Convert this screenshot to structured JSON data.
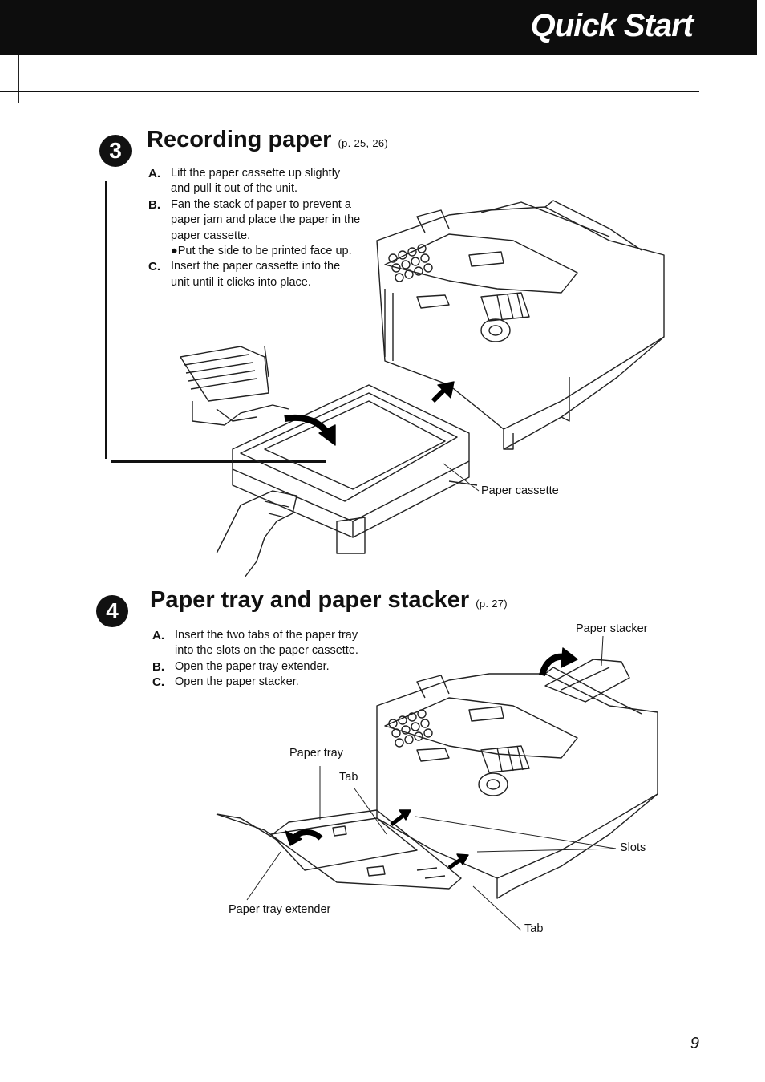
{
  "header": {
    "title": "Quick Start"
  },
  "section3": {
    "number": "3",
    "title": "Recording paper",
    "ref": "(p. 25, 26)",
    "steps": [
      {
        "letter": "A.",
        "text": "Lift the paper cassette up slightly and pull it out of the unit."
      },
      {
        "letter": "B.",
        "text": "Fan the stack of paper to prevent a paper jam and place the paper in the paper cassette."
      },
      {
        "letter": "C.",
        "text": "Insert the paper cassette into the unit until it clicks into place."
      }
    ],
    "bullet": "●Put the side to be printed face up.",
    "callouts": {
      "paper_cassette": "Paper cassette"
    }
  },
  "section4": {
    "number": "4",
    "title": "Paper tray and paper stacker",
    "ref": "(p. 27)",
    "steps": [
      {
        "letter": "A.",
        "text": "Insert the two tabs of the paper tray into the slots on the paper cassette."
      },
      {
        "letter": "B.",
        "text": "Open the paper tray extender."
      },
      {
        "letter": "C.",
        "text": "Open the paper stacker."
      }
    ],
    "callouts": {
      "paper_stacker": "Paper stacker",
      "paper_tray": "Paper tray",
      "tab_top": "Tab",
      "slots": "Slots",
      "paper_tray_extender": "Paper tray extender",
      "tab_bottom": "Tab"
    }
  },
  "page_number": "9"
}
